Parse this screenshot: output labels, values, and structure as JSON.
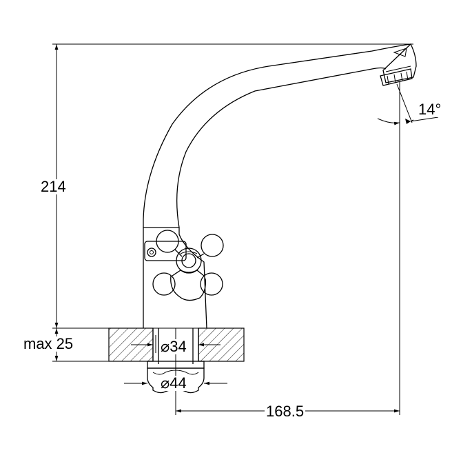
{
  "dimensions": {
    "height": "214",
    "max_thickness": "max 25",
    "hole_diameter": "⌀34",
    "nut_diameter": "⌀44",
    "reach": "168.5",
    "spout_angle": "14°"
  }
}
